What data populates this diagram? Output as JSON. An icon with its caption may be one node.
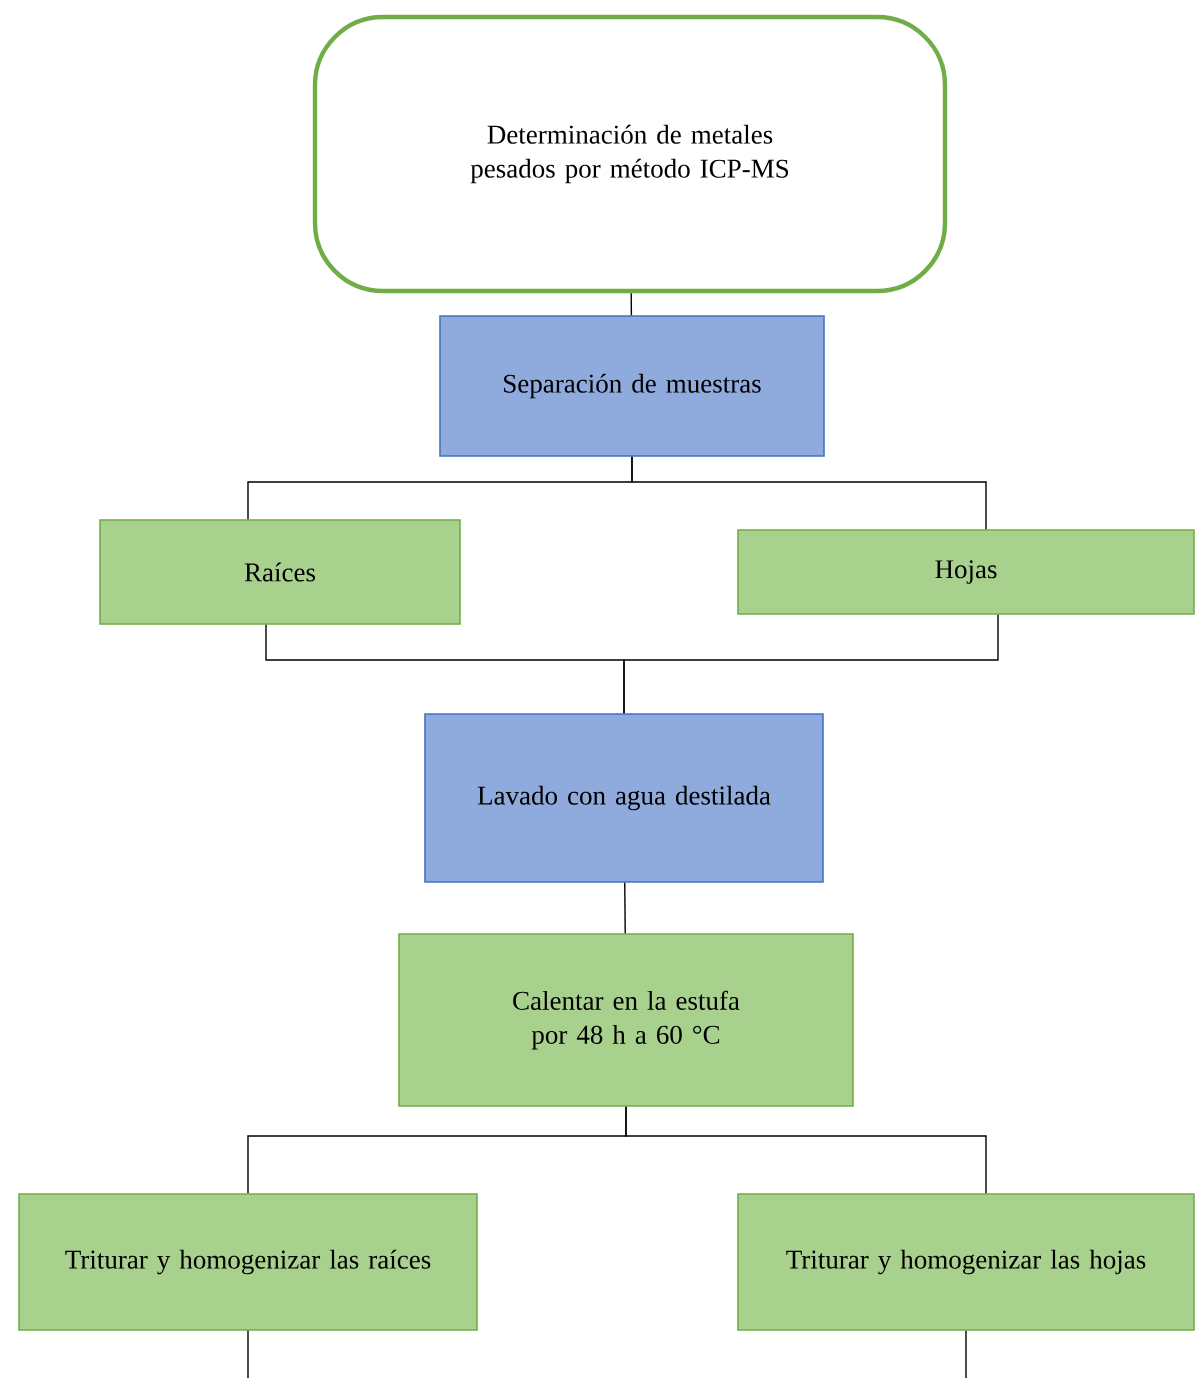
{
  "diagram": {
    "nodes": [
      {
        "text": [
          "Determinación de metales pesados por método ICP-MS"
        ]
      },
      {
        "text": [
          "Separación de muestras"
        ]
      },
      {
        "text": [
          "Raíces"
        ]
      },
      {
        "text": [
          "Hojas"
        ]
      },
      {
        "text": [
          "Lavado con agua destilada"
        ]
      },
      {
        "text": [
          "Calentar en la estufa por 48 h a 60 °C"
        ]
      },
      {
        "text": [
          "Triturar y homogenizar las raíces"
        ]
      },
      {
        "text": [
          "Triturar y homogenizar las hojas"
        ]
      }
    ],
    "edges": [
      {
        "from": 0,
        "to": 1,
        "arrow": "none"
      },
      {
        "from": 1,
        "to": 2,
        "arrow": "none"
      },
      {
        "from": 1,
        "to": 3,
        "arrow": "none"
      },
      {
        "from": 2,
        "to": 4,
        "arrow": "none"
      },
      {
        "from": 3,
        "to": 4,
        "arrow": "none"
      },
      {
        "from": 4,
        "to": 5,
        "arrow": "none"
      },
      {
        "from": 5,
        "to": 6,
        "arrow": "none"
      },
      {
        "from": 5,
        "to": 7,
        "arrow": "none"
      },
      {
        "from": 6,
        "to": null,
        "arrow": "none"
      },
      {
        "from": 7,
        "to": null,
        "arrow": "none"
      }
    ]
  }
}
